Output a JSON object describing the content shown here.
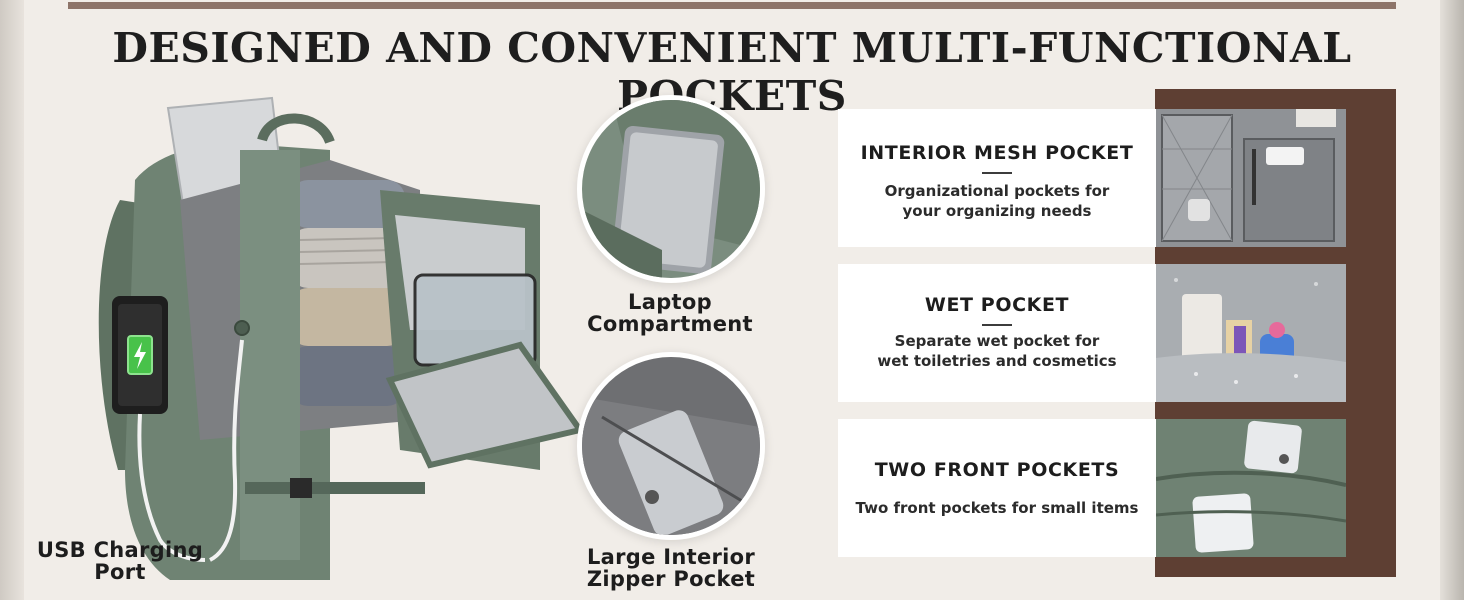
{
  "title": "DESIGNED AND CONVENIENT MULTI-FUNCTIONAL POCKETS",
  "labels": {
    "laptop_line1": "Laptop",
    "laptop_line2": "Compartment",
    "zipper_line1": "Large Interior",
    "zipper_line2": "Zipper Pocket",
    "usb_line1": "USB Charging",
    "usb_line2": "Port"
  },
  "features": [
    {
      "title": "INTERIOR MESH POCKET",
      "desc_line1": "Organizational pockets for",
      "desc_line2": "your organizing needs"
    },
    {
      "title": "WET POCKET",
      "desc_line1": "Separate wet pocket for",
      "desc_line2": "wet toiletries and cosmetics"
    },
    {
      "title": "TWO FRONT POCKETS",
      "desc_line1": "Two front pockets for small items",
      "desc_line2": ""
    }
  ],
  "colors": {
    "background": "#f1ede8",
    "accent_brown": "#5e3f33",
    "rule_brown": "#8d7469",
    "backpack_green": "#6f8373",
    "lining_silver": "#c9ccce"
  }
}
